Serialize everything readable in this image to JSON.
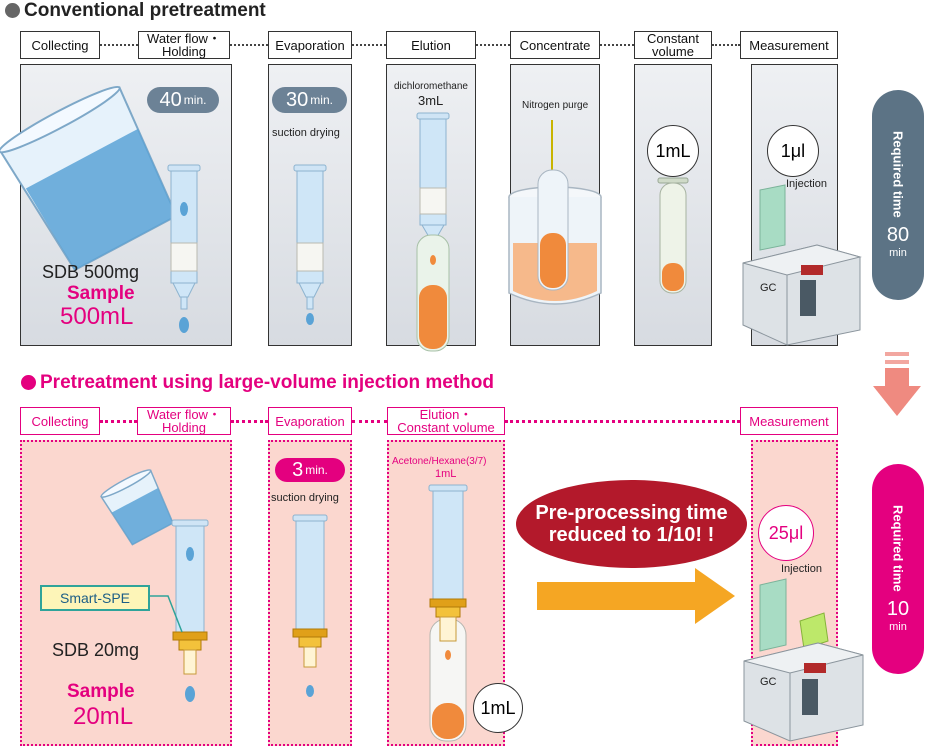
{
  "conventional": {
    "title": "Conventional pretreatment",
    "steps": [
      "Collecting",
      "Water flow・\nHolding",
      "Evaporation",
      "Elution",
      "Concentrate",
      "Constant\nvolume",
      "Measurement"
    ],
    "collecting_time": "40",
    "evaporation_time": "30",
    "time_unit": "min.",
    "sorbent": "SDB 500mg",
    "sample_label": "Sample",
    "sample_volume": "500mL",
    "evaporation_note": "suction drying",
    "elution_solvent": "dichloromethane",
    "elution_volume": "3mL",
    "concentrate_note": "Nitrogen purge",
    "constant_volume": "1mL",
    "injection_volume": "1μl",
    "injection_label": "Injection",
    "instrument": "GC",
    "required_time_label": "Required time",
    "required_time_value": "80",
    "required_time_unit": "min"
  },
  "lvi": {
    "title": "Pretreatment using large-volume injection method",
    "steps": [
      "Collecting",
      "Water flow・\nHolding",
      "Evaporation",
      "Elution・\nConstant volume",
      "Measurement"
    ],
    "evaporation_time": "3",
    "time_unit": "min.",
    "evaporation_note": "suction drying",
    "cartridge_label": "Smart-SPE",
    "sorbent": "SDB 20mg",
    "sample_label": "Sample",
    "sample_volume": "20mL",
    "elution_solvent": "Acetone/Hexane(3/7)",
    "elution_volume": "1mL",
    "final_volume": "1mL",
    "callout": "Pre-processing time\nreduced to 1/10! !",
    "injection_volume": "25μl",
    "injection_label": "Injection",
    "instrument": "GC",
    "required_time_label": "Required time",
    "required_time_value": "10",
    "required_time_unit": "min"
  },
  "colors": {
    "conventional_accent": "#666666",
    "lvi_accent": "#e4007f",
    "required_time_gray": "#5c7385",
    "callout_red": "#b3192b",
    "arrow_orange": "#f5a623",
    "liquid_orange": "#f08a3c",
    "liquid_blue": "#5aa3d6"
  }
}
